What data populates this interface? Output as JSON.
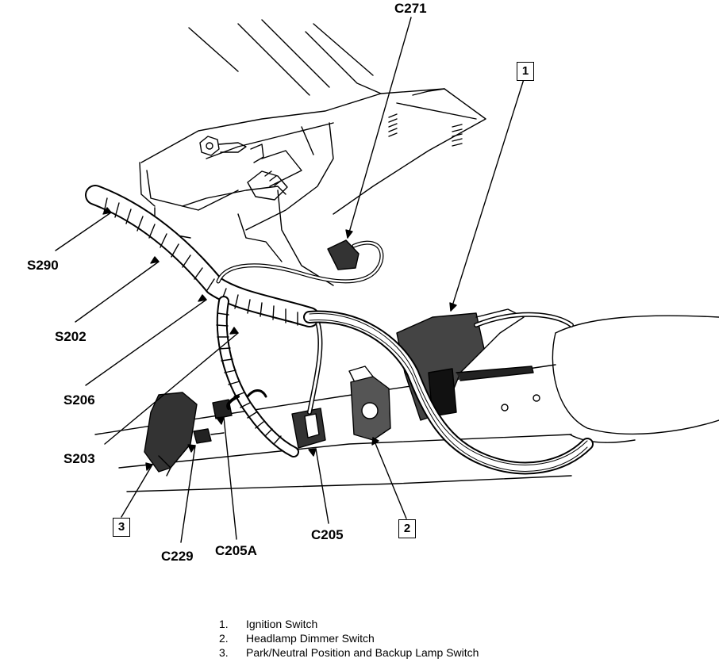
{
  "callouts": {
    "c271": "C271",
    "s290": "S290",
    "s202": "S202",
    "s206": "S206",
    "s203": "S203",
    "c229": "C229",
    "c205a": "C205A",
    "c205": "C205"
  },
  "boxed_numbers": {
    "one": "1",
    "two": "2",
    "three": "3"
  },
  "legend": [
    {
      "num": "1.",
      "label": "Ignition Switch"
    },
    {
      "num": "2.",
      "label": "Headlamp Dimmer Switch"
    },
    {
      "num": "3.",
      "label": "Park/Neutral Position and Backup Lamp Switch"
    }
  ]
}
